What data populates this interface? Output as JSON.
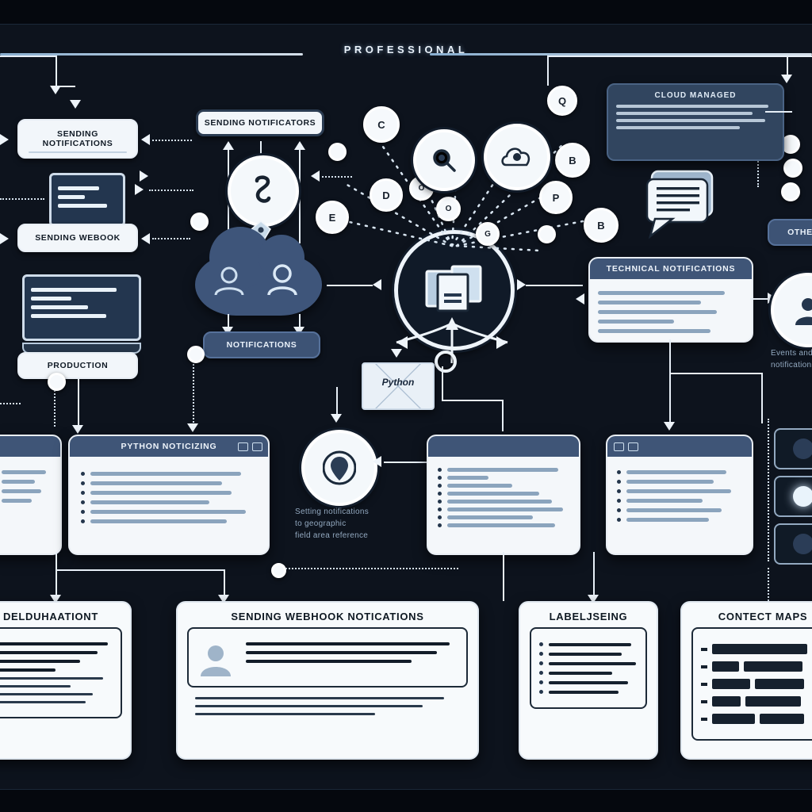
{
  "header": {
    "title": "PROFESSIONAL"
  },
  "left_column": {
    "pill_sending_notifications": "SENDING NOTIFICATIONS",
    "pill_sending_webhook": "SENDING WEBOOK",
    "pill_production": "PRODUCTION"
  },
  "center_column": {
    "pill_sending_notificators": "SENDING NOTIFICATORS",
    "pill_notifications": "NOTIFICATIONS",
    "pin_caption_line1": "Setting notifications",
    "pin_caption_line2": "to geographic",
    "pin_caption_line3": "field area reference",
    "envelope_label": "Python"
  },
  "right_column": {
    "dark_panel_title": "CLOUD MANAGED",
    "notification_card_title": "TECHNICAL NOTIFICATIONS",
    "edge_pill": "OTHER",
    "avatar_caption_line1": "Events and",
    "avatar_caption_line2": "notifications"
  },
  "badges": [
    {
      "label": "C"
    },
    {
      "label": "D"
    },
    {
      "label": "E"
    },
    {
      "label": "O"
    },
    {
      "label": "O"
    },
    {
      "label": "G"
    },
    {
      "label": "B"
    },
    {
      "label": "P"
    },
    {
      "label": "B"
    },
    {
      "label": "Q"
    }
  ],
  "mid_cards": [
    {
      "title": "PYTHON NOTICIZING",
      "bullet_widths": [
        140,
        150,
        130,
        145,
        120,
        135
      ]
    },
    {
      "title": "",
      "bullet_widths": [
        150,
        60,
        95,
        130,
        140,
        160,
        120,
        145,
        110
      ]
    },
    {
      "title": "",
      "bullet_widths": [
        120,
        135,
        110,
        145,
        100,
        130
      ]
    }
  ],
  "bottom_docs": [
    {
      "title": "DELDUHAATIONT"
    },
    {
      "title": "SENDING WEBHOOK NOTICATIONS"
    },
    {
      "title": "LABELJSEING"
    },
    {
      "title": "CONTECT MAPS"
    }
  ],
  "icons": {
    "documents": "stacked-documents-icon",
    "location_pin": "location-pin-icon",
    "cloud_users": "cloud-users-icon",
    "chat_bubble": "chat-bubble-icon",
    "envelope": "envelope-icon",
    "laptop": "laptop-code-icon",
    "spiral": "spiral-icon",
    "search": "search-icon",
    "avatar": "avatar-icon"
  },
  "colors": {
    "background": "#0d131d",
    "panel_light": "#f4f7fa",
    "panel_dark": "#31455f",
    "accent": "#3f5577",
    "line": "#e7eff7",
    "text_dark": "#111b26",
    "text_muted": "#93a9c0"
  }
}
